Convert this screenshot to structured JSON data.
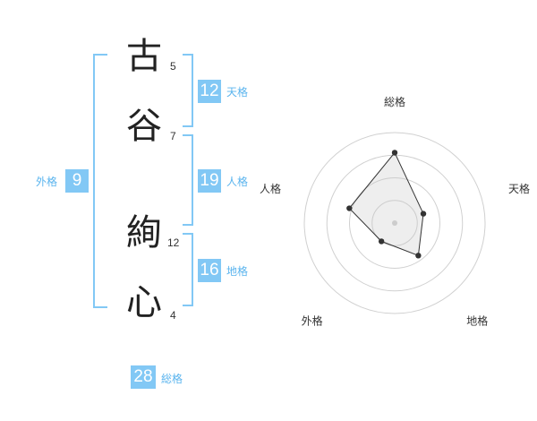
{
  "name": {
    "chars": [
      {
        "char": "古",
        "strokes": "5"
      },
      {
        "char": "谷",
        "strokes": "7"
      },
      {
        "char": "絢",
        "strokes": "12"
      },
      {
        "char": "心",
        "strokes": "4"
      }
    ]
  },
  "kakusu": {
    "tenkaku": {
      "value": "12",
      "label": "天格"
    },
    "jinkaku": {
      "value": "19",
      "label": "人格"
    },
    "chikaku": {
      "value": "16",
      "label": "地格"
    },
    "gaikaku": {
      "value": "9",
      "label": "外格"
    },
    "soukaku": {
      "value": "28",
      "label": "総格"
    }
  },
  "colors": {
    "accent": "#82c8f5",
    "label": "#5ab4ee"
  },
  "chart_data": {
    "type": "radar",
    "axes": [
      "総格",
      "天格",
      "地格",
      "外格",
      "人格"
    ],
    "values": [
      28,
      12,
      16,
      9,
      19
    ]
  }
}
